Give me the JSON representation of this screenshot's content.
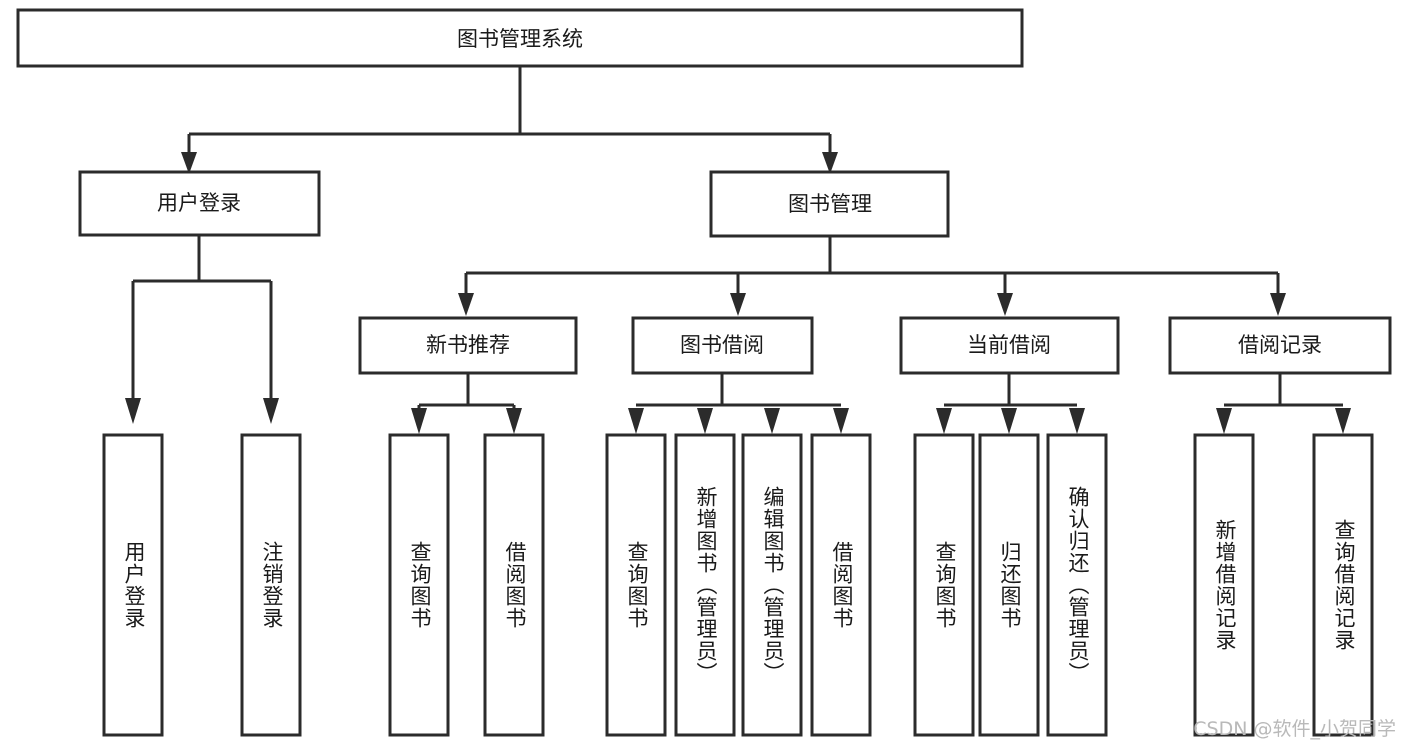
{
  "diagram": {
    "type": "tree-hierarchy-chart",
    "title": "图书管理系统",
    "orientation": "top-down",
    "colors": {
      "background": "#ffffff",
      "box_fill": "#ffffff",
      "box_stroke": "#2b2b2b",
      "connector": "#2b2b2b",
      "text": "#1a1a1a",
      "watermark": "#b9b9b9"
    },
    "root": {
      "label": "图书管理系统",
      "level": 1
    },
    "level2": [
      {
        "label": "用户登录"
      },
      {
        "label": "图书管理"
      }
    ],
    "level3": [
      {
        "label": "新书推荐"
      },
      {
        "label": "图书借阅"
      },
      {
        "label": "当前借阅"
      },
      {
        "label": "借阅记录"
      }
    ],
    "leaves": {
      "user_login": [
        {
          "label": "用户登录"
        },
        {
          "label": "注销登录"
        }
      ],
      "new_book_recommend": [
        {
          "label": "查询图书"
        },
        {
          "label": "借阅图书"
        }
      ],
      "book_borrow": [
        {
          "label": "查询图书"
        },
        {
          "label": "新增图书（管理员）"
        },
        {
          "label": "编辑图书（管理员）"
        },
        {
          "label": "借阅图书"
        }
      ],
      "current_borrow": [
        {
          "label": "查询图书"
        },
        {
          "label": "归还图书"
        },
        {
          "label": "确认归还（管理员）"
        }
      ],
      "borrow_record": [
        {
          "label": "新增借阅记录"
        },
        {
          "label": "查询借阅记录"
        }
      ]
    }
  },
  "watermark": {
    "text": "CSDN @软件_小贺同学"
  }
}
